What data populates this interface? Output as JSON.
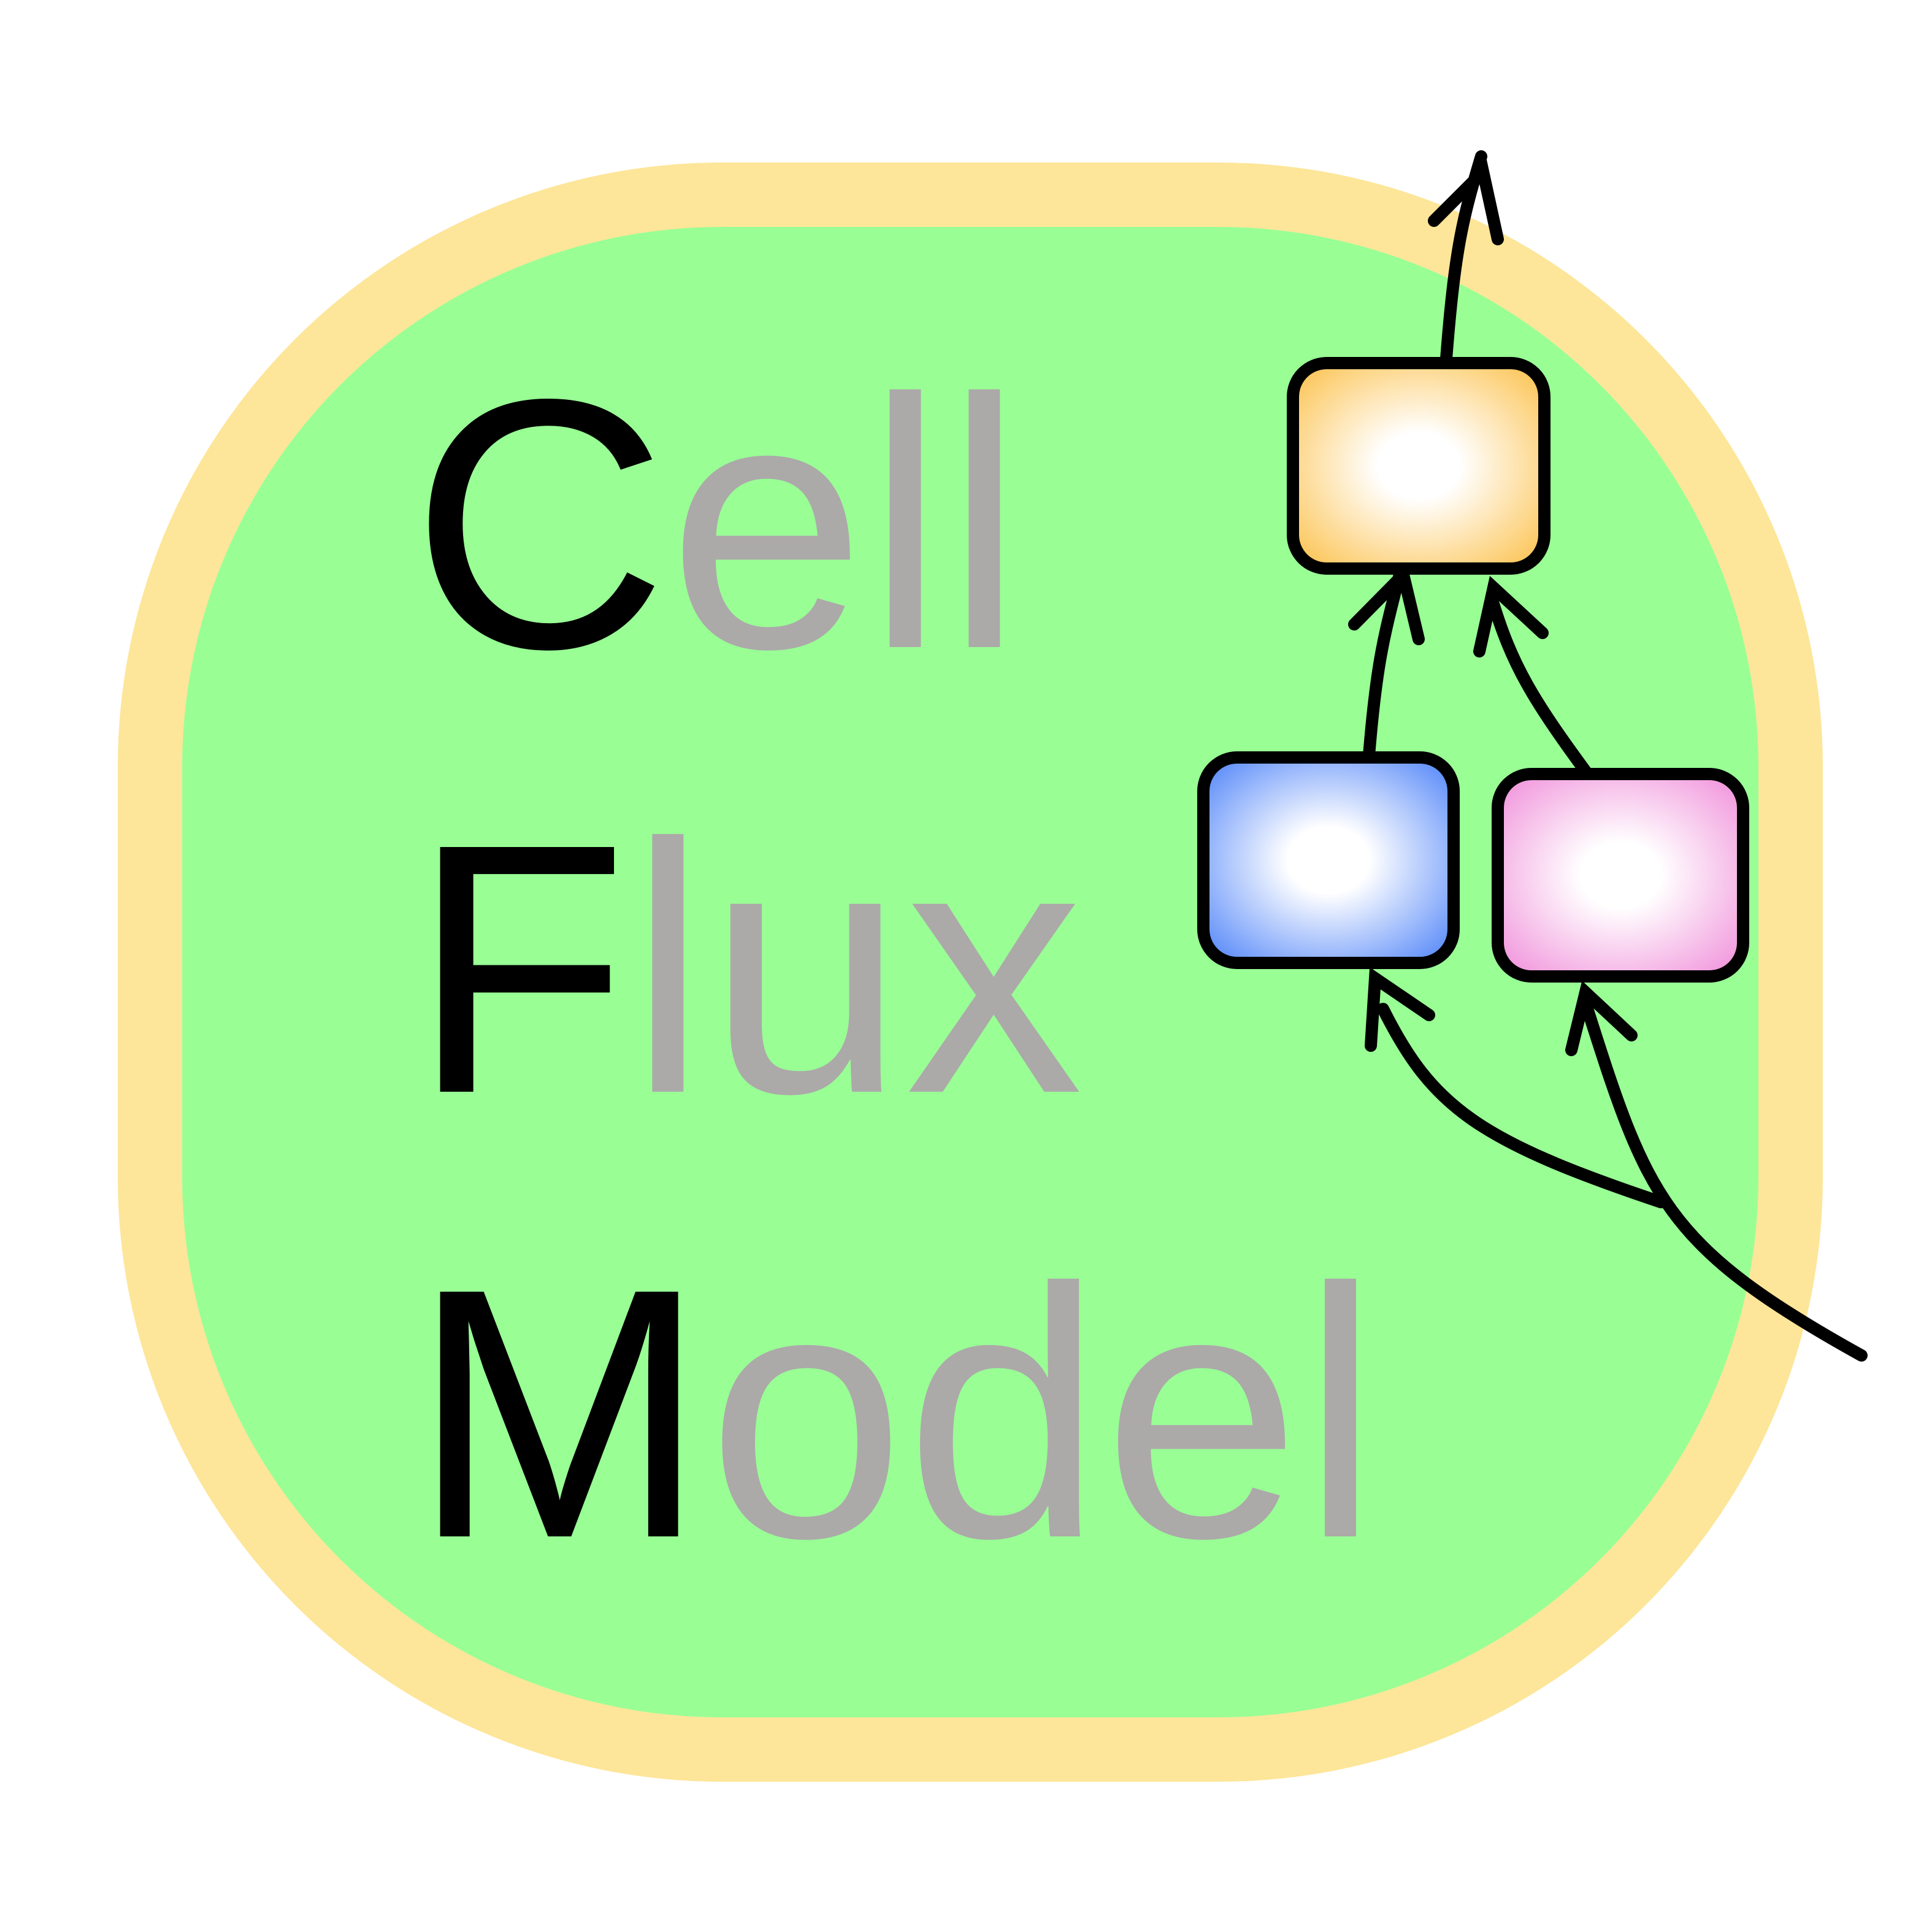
{
  "logo": {
    "words": [
      {
        "initial": "C",
        "rest": "ell"
      },
      {
        "initial": "F",
        "rest": "lux"
      },
      {
        "initial": "M",
        "rest": "odel"
      }
    ],
    "colors": {
      "background": "#ffffff",
      "cell_membrane": "#fde699",
      "cell_interior": "#99ff95",
      "initial_letter": "#000000",
      "rest_letters": "#aca9a9",
      "arrows": "#000000",
      "node_top": "#fcc557",
      "node_left": "#5b8cf9",
      "node_right": "#f196dc"
    },
    "nodes": [
      {
        "id": "top-node",
        "color_key": "node_top"
      },
      {
        "id": "left-node",
        "color_key": "node_left"
      },
      {
        "id": "right-node",
        "color_key": "node_right"
      }
    ]
  }
}
